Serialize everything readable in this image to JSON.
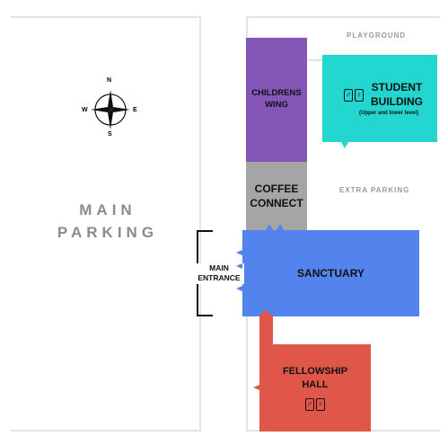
{
  "compass": {
    "n": "N",
    "s": "S",
    "e": "E",
    "w": "W"
  },
  "labels": {
    "playground": "PLAYGROUND",
    "extra_parking": "EXTRA PARKING",
    "main_parking_1": "MAIN",
    "main_parking_2": "PARKING",
    "main_entrance_1": "MAIN",
    "main_entrance_2": "ENTRANCE"
  },
  "buildings": {
    "childrens_wing": {
      "line1": "CHILDRENS",
      "line2": "WING",
      "color": "#8356b7"
    },
    "coffee_connect": {
      "line1": "COFFEE",
      "line2": "CONNECT",
      "color": "#a5a5a5"
    },
    "student_building": {
      "line1": "STUDENT",
      "line2": "BUILDING",
      "sub": "(Upper and lower level)",
      "color": "#23d6cf"
    },
    "sanctuary": {
      "name": "SANCTUARY",
      "color": "#5383ec"
    },
    "fellowship_hall": {
      "line1": "FELLOWSHIP",
      "line2": "HALL",
      "color": "#e0574a"
    }
  },
  "restroom_icon": "restroom-icon"
}
